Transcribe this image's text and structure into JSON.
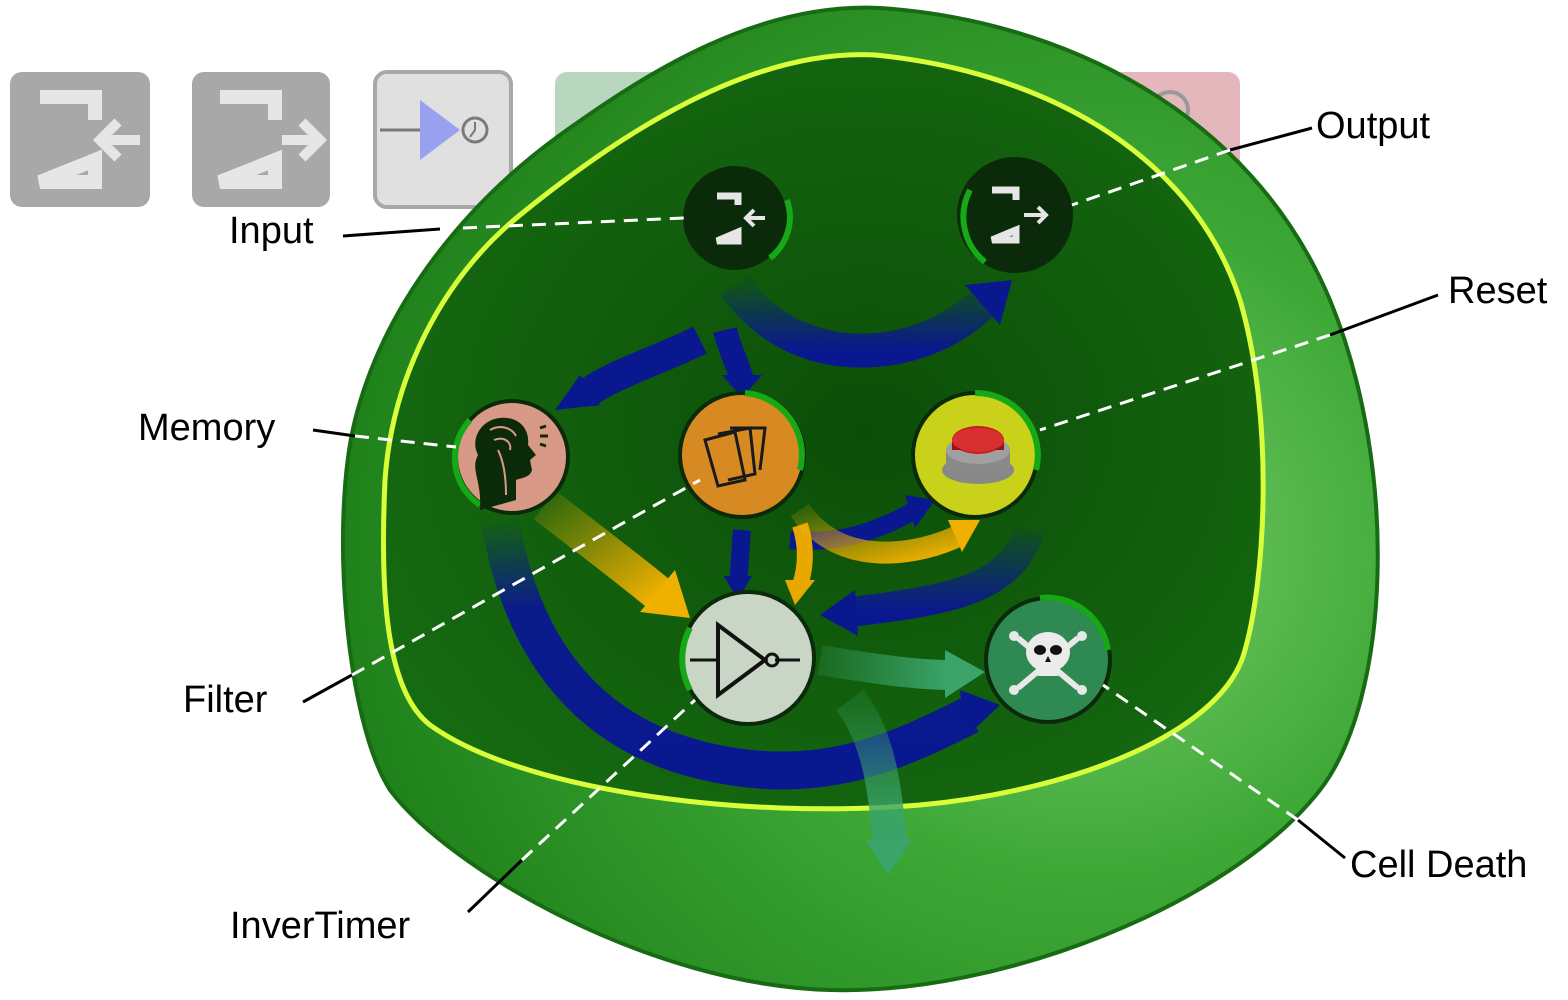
{
  "labels": {
    "input": "Input",
    "output": "Output",
    "reset": "Reset",
    "memory": "Memory",
    "filter": "Filter",
    "invertimer": "InverTimer",
    "cell_death": "Cell Death"
  },
  "toolbar": {
    "tiles": [
      {
        "icon": "input-icon"
      },
      {
        "icon": "output-icon"
      },
      {
        "icon": "invertimer-icon"
      },
      {
        "icon": "filter-icon"
      },
      {
        "icon": "memory-icon"
      }
    ]
  },
  "colors": {
    "cell_outer": "#2f9a2a",
    "cell_inner": "#0f5d0a",
    "membrane": "#d8ff3a",
    "signal_arrow": "#0a1890",
    "filter_arrow": "#f0b000",
    "death_arrow": "#3aa46a",
    "progress_ring": "#17a817"
  },
  "nodes": [
    {
      "id": "input",
      "icon": "input-icon"
    },
    {
      "id": "output",
      "icon": "output-icon"
    },
    {
      "id": "memory",
      "icon": "brain-icon"
    },
    {
      "id": "filter",
      "icon": "cards-icon"
    },
    {
      "id": "reset",
      "icon": "red-button-icon"
    },
    {
      "id": "invertimer",
      "icon": "inverter-icon"
    },
    {
      "id": "cell_death",
      "icon": "skull-icon"
    }
  ]
}
